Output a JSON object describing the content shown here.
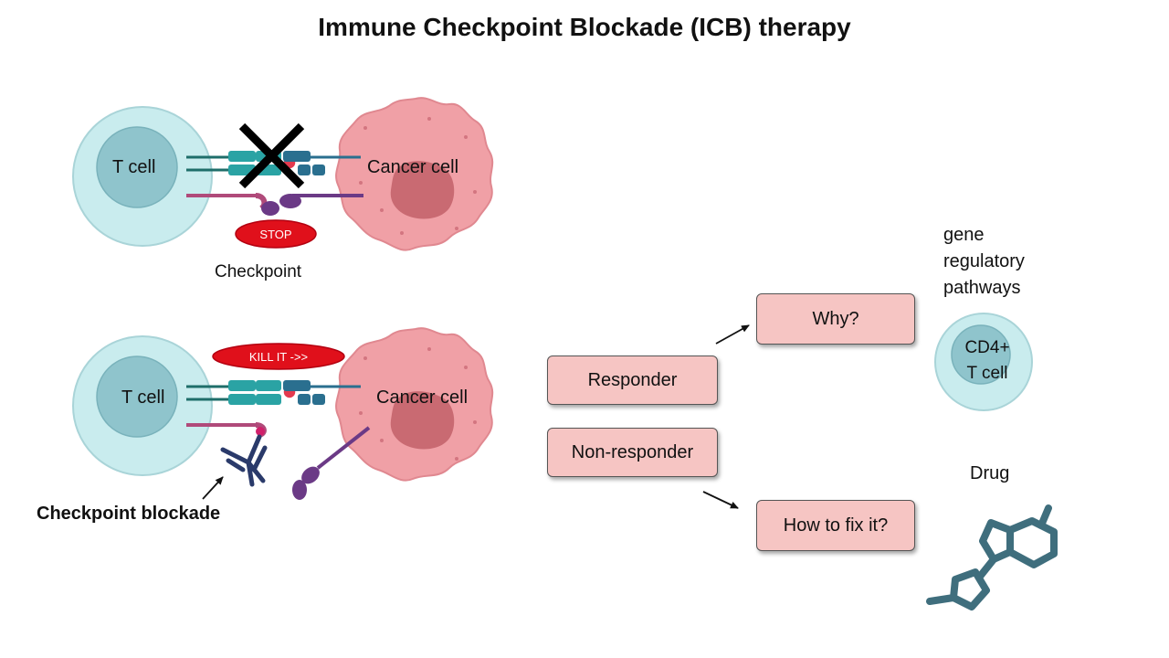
{
  "title": "Immune Checkpoint Blockade (ICB) therapy",
  "panel_top": {
    "t_cell_label": "T cell",
    "cancer_cell_label": "Cancer cell",
    "stop_label": "STOP",
    "caption": "Checkpoint"
  },
  "panel_bottom": {
    "t_cell_label": "T cell",
    "cancer_cell_label": "Cancer cell",
    "kill_label": "KILL IT ->>",
    "caption": "Checkpoint blockade"
  },
  "flow": {
    "responder": "Responder",
    "non_responder": "Non-responder",
    "why": "Why?",
    "how_to_fix": "How to fix it?"
  },
  "right": {
    "gene_pathways": [
      "gene",
      "regulatory",
      "pathways"
    ],
    "cd4_cell_label": [
      "CD4+",
      "T cell"
    ],
    "drug_label": "Drug"
  },
  "colors": {
    "t_cell_outer": "#c9ecee",
    "t_cell_inner": "#8fc4cc",
    "cancer_outer": "#f0a0a6",
    "cancer_nucleus": "#c96a72",
    "receptor_teal": "#2aa3a4",
    "receptor_blue": "#2a6f8f",
    "ligand_purple": "#6b3a86",
    "stop_red": "#e0101b",
    "antibody_navy": "#2a3a6a",
    "drug_slate": "#3f6e7d",
    "box_pink": "#f6c5c3"
  }
}
